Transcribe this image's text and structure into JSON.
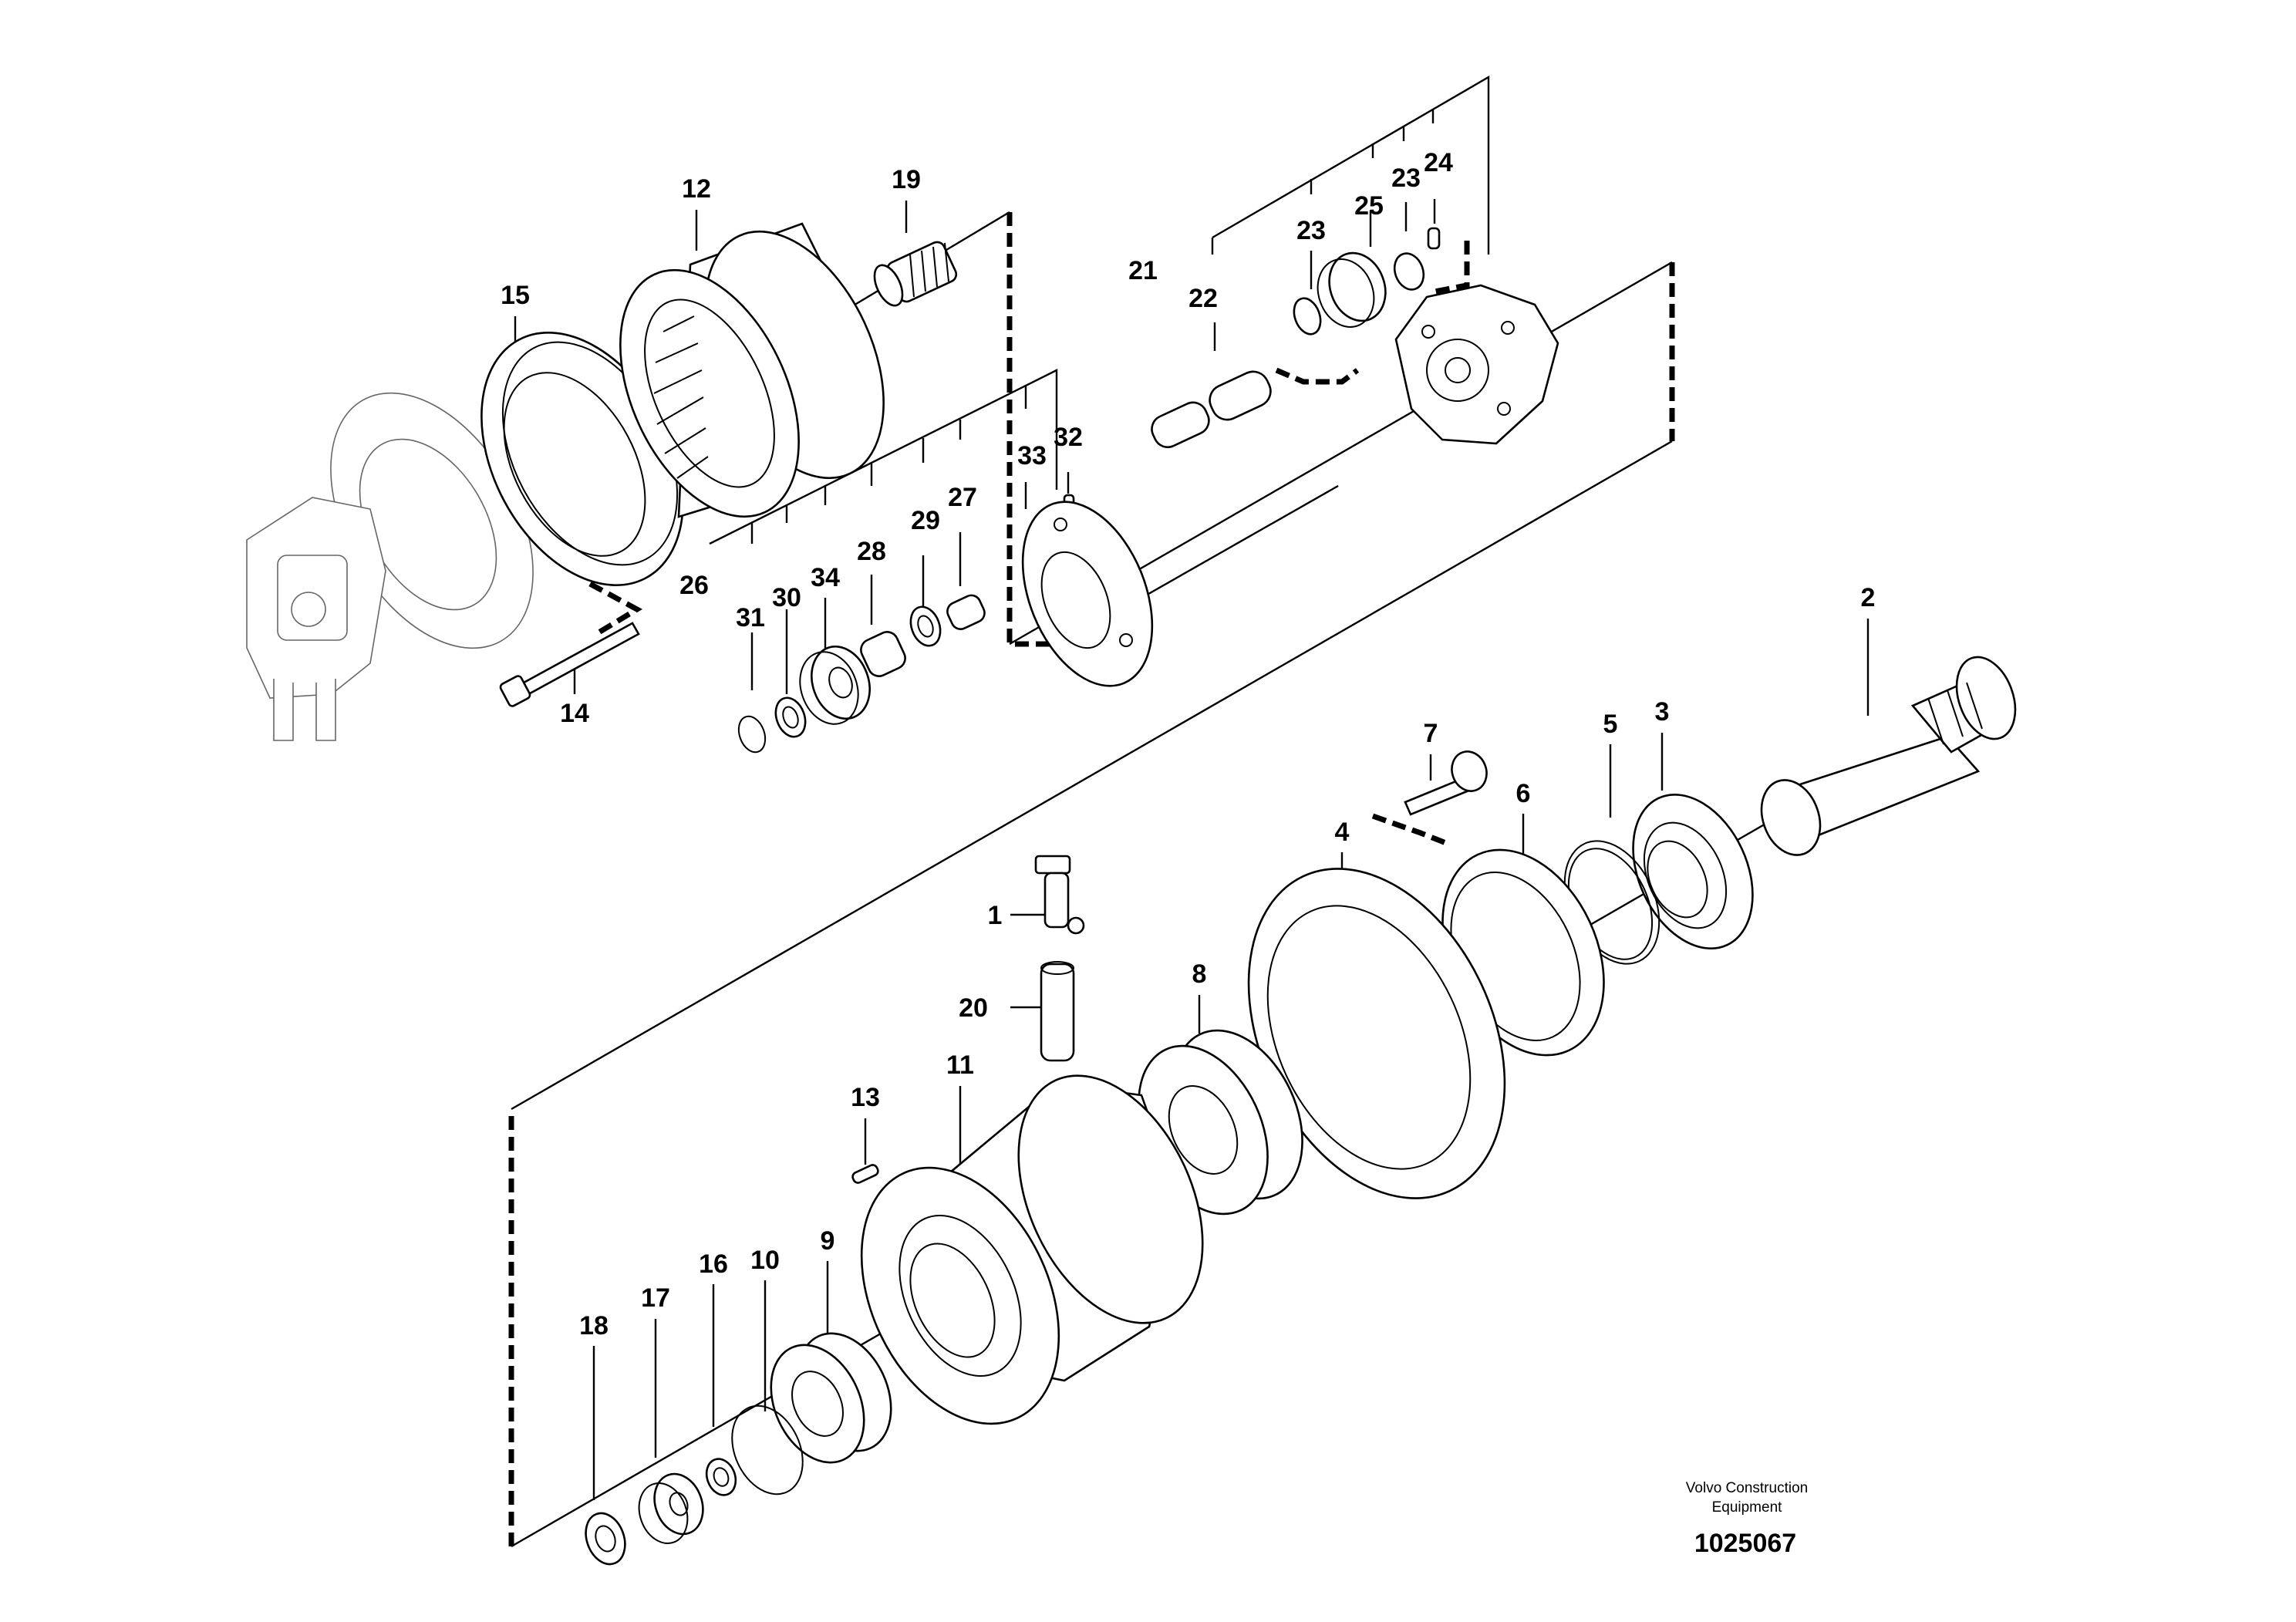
{
  "callouts": [
    {
      "num": "1"
    },
    {
      "num": "2"
    },
    {
      "num": "3"
    },
    {
      "num": "4"
    },
    {
      "num": "5"
    },
    {
      "num": "6"
    },
    {
      "num": "7"
    },
    {
      "num": "8"
    },
    {
      "num": "9"
    },
    {
      "num": "10"
    },
    {
      "num": "11"
    },
    {
      "num": "12"
    },
    {
      "num": "13"
    },
    {
      "num": "14"
    },
    {
      "num": "15"
    },
    {
      "num": "16"
    },
    {
      "num": "17"
    },
    {
      "num": "18"
    },
    {
      "num": "19"
    },
    {
      "num": "20"
    },
    {
      "num": "21"
    },
    {
      "num": "22"
    },
    {
      "num": "23"
    },
    {
      "num": "23"
    },
    {
      "num": "24"
    },
    {
      "num": "25"
    },
    {
      "num": "26"
    },
    {
      "num": "27"
    },
    {
      "num": "28"
    },
    {
      "num": "29"
    },
    {
      "num": "30"
    },
    {
      "num": "31"
    },
    {
      "num": "32"
    },
    {
      "num": "33"
    },
    {
      "num": "34"
    }
  ],
  "credit": {
    "line1": "Volvo Construction",
    "line2": "Equipment"
  },
  "document_number": "1025067"
}
